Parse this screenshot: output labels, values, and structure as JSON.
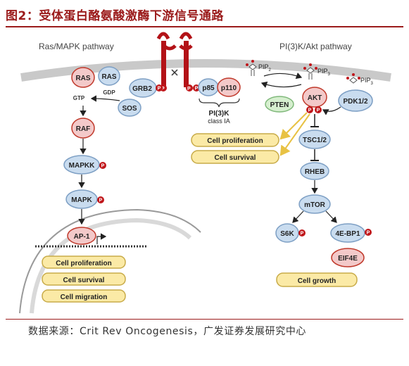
{
  "title": "图2：受体蛋白酪氨酸激酶下游信号通路",
  "source": "数据来源：Crit Rev Oncogenesis，广发证券发展研究中心",
  "pathways": {
    "ras_mapk": "Ras/MAPK pathway",
    "pi3k_akt": "PI(3)K/Akt pathway"
  },
  "nodes": {
    "ras_red": "RAS",
    "ras_blue": "RAS",
    "gdp": "GDP",
    "gtp": "GTP",
    "grb2": "GRB2",
    "sos": "SOS",
    "raf": "RAF",
    "mapkk": "MAPKK",
    "mapk": "MAPK",
    "ap1": "AP-1",
    "p85": "p85",
    "p110": "p110",
    "pi3k_label_1": "PI(3)K",
    "pi3k_label_2": "class IA",
    "pip2": "PIP",
    "pip2_sub": "2",
    "pip3_a": "PIP",
    "pip3_a_sub": "3",
    "pip3_b": "PIP",
    "pip3_b_sub": "3",
    "pten": "PTEN",
    "akt": "AKT",
    "pdk12": "PDK1/2",
    "tsc12": "TSC1/2",
    "rheb": "RHEB",
    "mtor": "mTOR",
    "s6k": "S6K",
    "ebp1": "4E-BP1",
    "eif4e": "EIF4E",
    "p": "P"
  },
  "outcomes": {
    "cell_proliferation_mid": "Cell proliferation",
    "cell_survival_mid": "Cell survival",
    "cell_proliferation_low": "Cell proliferation",
    "cell_survival_low": "Cell survival",
    "cell_migration_low": "Cell migration",
    "cell_growth": "Cell growth"
  },
  "colors": {
    "title": "#9b1b1b",
    "blue_node": "#c9dcef",
    "blue_stroke": "#7d9fc4",
    "red_node": "#f3c9c9",
    "red_stroke": "#c0392b",
    "phospho": "#c0171b",
    "outcome_fill": "#fbeaa6",
    "outcome_stroke": "#c8ab48",
    "membrane": "#c9c9c9",
    "green_node": "#d6efcf"
  }
}
